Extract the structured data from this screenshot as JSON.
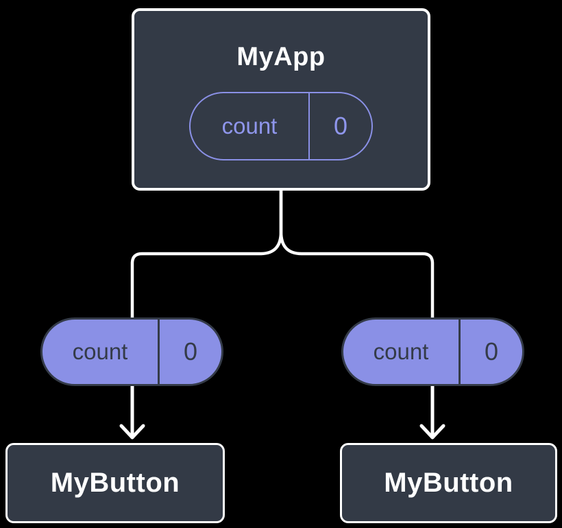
{
  "colors": {
    "background": "#000000",
    "node_fill": "#333a46",
    "node_border": "#ffffff",
    "node_text": "#ffffff",
    "accent_purple": "#8a90e6",
    "accent_purple_text": "#8f96ec",
    "pill_dark": "#343b48",
    "connector": "#ffffff"
  },
  "root": {
    "label": "MyApp",
    "state": {
      "key": "count",
      "value": "0"
    }
  },
  "children": [
    {
      "label": "MyButton",
      "prop": {
        "key": "count",
        "value": "0"
      }
    },
    {
      "label": "MyButton",
      "prop": {
        "key": "count",
        "value": "0"
      }
    }
  ]
}
